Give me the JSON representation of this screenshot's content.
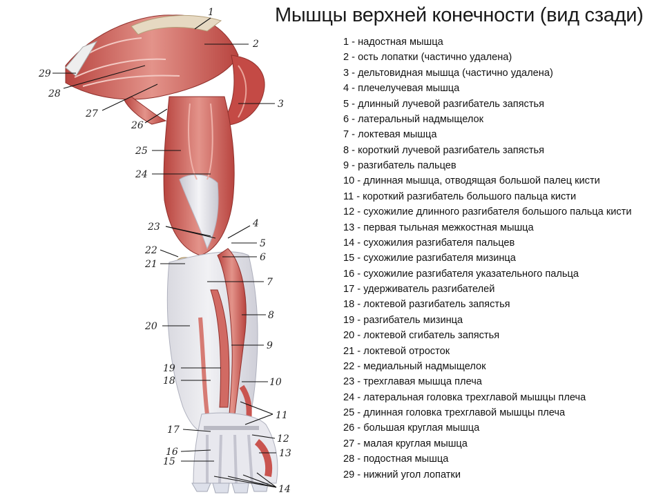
{
  "title": "Мышцы верхней конечности (вид сзади)",
  "legend": [
    "1 - надостная мышца",
    "2 - ость лопатки (частично удалена)",
    "3 - дельтовидная мышца (частично удалена)",
    "4 - плечелучевая мышца",
    "5 - длинный лучевой разгибатель запястья",
    "6 - латеральный надмыщелок",
    "7 - локтевая мышца",
    "8 - короткий лучевой разгибатель запястья",
    "9 - разгибатель пальцев",
    "10 - длинная мышца, отводящая большой палец кисти",
    "11 - короткий разгибатель большого пальца кисти",
    "12 - сухожилие длинного разгибателя большого пальца кисти",
    "13 - первая тыльная межкостная мышца",
    "14 - сухожилия разгибателя пальцев",
    "15 - сухожилие разгибателя мизинца",
    "16 - сухожилие разгибателя указательного пальца",
    "17 - удерживатель разгибателей",
    "18 - локтевой разгибатель запястья",
    "19 - разгибатель мизинца",
    "20 - локтевой сгибатель запястья",
    "21 - локтевой отросток",
    "22 - медиальный надмыщелок",
    "23 - трехглавая мышца плеча",
    "24 - латеральная головка трехглавой мышцы плеча",
    "25 - длинная головка трехглавой мышцы плеча",
    "26 - большая круглая мышца",
    "27 - малая круглая мышца",
    "28 - подостная мышца",
    "29 - нижний угол лопатки"
  ],
  "callouts": [
    "1",
    "2",
    "3",
    "4",
    "5",
    "6",
    "7",
    "8",
    "9",
    "10",
    "11",
    "12",
    "13",
    "14",
    "15",
    "16",
    "17",
    "18",
    "19",
    "20",
    "21",
    "22",
    "23",
    "24",
    "25",
    "26",
    "27",
    "28",
    "29"
  ],
  "colors": {
    "muscle": "#c9544f",
    "muscle_light": "#e08a80",
    "tendon": "#dfe0e6",
    "bone": "#e8d2a8"
  }
}
